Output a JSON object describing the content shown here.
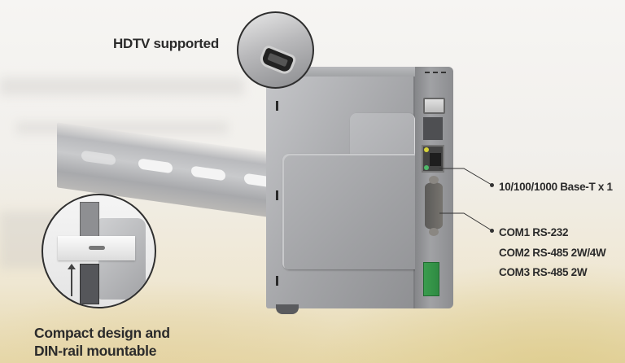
{
  "callouts": {
    "hdtv": "HDTV supported",
    "ethernet": "10/100/1000 Base-T x 1",
    "com_ports": [
      "COM1 RS-232",
      "COM2 RS-485 2W/4W",
      "COM3 RS-485 2W"
    ],
    "compact_line1": "Compact design and",
    "compact_line2": "DIN-rail mountable"
  },
  "colors": {
    "text": "#2b2b2b",
    "device_body": "#a3a4a7",
    "terminal_green": "#3a9d4e",
    "background_warm": "#e6d7a8"
  },
  "icons": {
    "hdmi_inset": "hdmi-port-icon",
    "din_inset": "din-rail-clip-icon",
    "mount_arrow": "arrow-up-icon"
  }
}
